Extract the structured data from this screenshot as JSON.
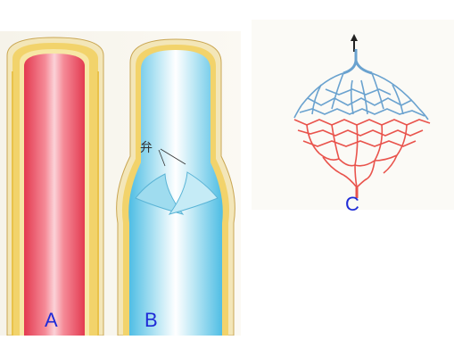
{
  "figure": {
    "labels": {
      "a": "A",
      "b": "B",
      "c": "C",
      "valve": "弁"
    },
    "colors": {
      "artery": "#e9485a",
      "vein": "#57c3e6",
      "wall_yellow": "#f2d36b",
      "capillary_red": "#e9534c",
      "capillary_blue": "#6aa2cf",
      "label_blue": "#1f2bd6"
    }
  }
}
